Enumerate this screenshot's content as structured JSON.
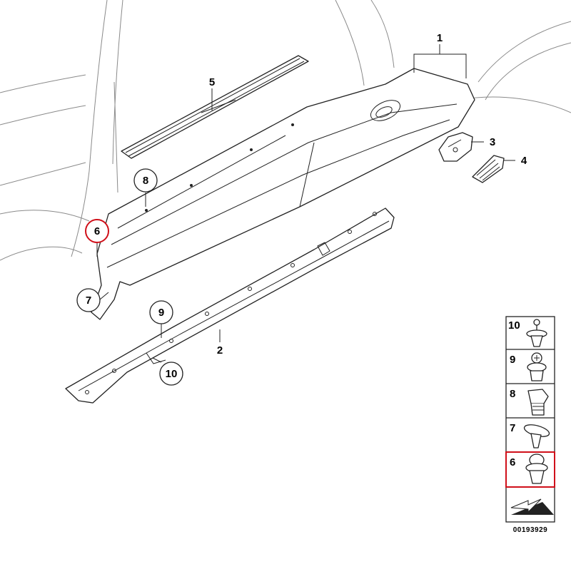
{
  "callouts": {
    "c1": "1",
    "c2": "2",
    "c3": "3",
    "c4": "4",
    "c5": "5",
    "c6": "6",
    "c7": "7",
    "c8": "8",
    "c9": "9",
    "c10": "10"
  },
  "legend": [
    {
      "label": "10",
      "highlighted": false
    },
    {
      "label": "9",
      "highlighted": false
    },
    {
      "label": "8",
      "highlighted": false
    },
    {
      "label": "7",
      "highlighted": false
    },
    {
      "label": "6",
      "highlighted": true
    }
  ],
  "diagram_code": "00193929",
  "colors": {
    "highlight": "#d0101a",
    "line": "#222222",
    "body_outline": "#8a8a8a",
    "fill": "#ffffff"
  }
}
